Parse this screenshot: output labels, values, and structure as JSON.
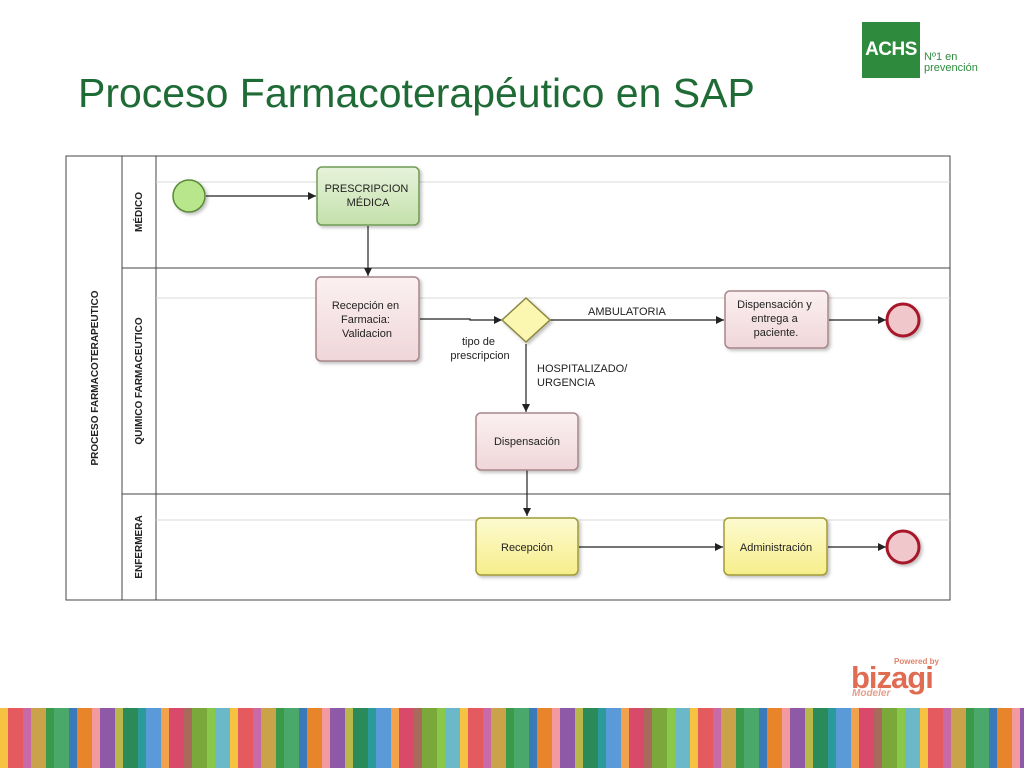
{
  "slide": {
    "title": "Proceso Farmacoterapéutico en SAP"
  },
  "logo": {
    "name": "ACHS",
    "tagline": "Nº1 en\nprevención"
  },
  "watermark": {
    "powered": "Powered by",
    "name": "bizagi",
    "product": "Modeler"
  },
  "diagram": {
    "pool": "PROCESO FARMACOTERAPEUTICO",
    "lanes": [
      "MÉDICO",
      "QUIMICO FARMACEUTICO",
      "ENFERMERA"
    ],
    "tasks": {
      "prescripcion": [
        "PRESCRIPCION",
        "MÉDICA"
      ],
      "recepcion_farmacia": [
        "Recepción en",
        "Farmacia:",
        "Validacion"
      ],
      "dispensacion_entrega": [
        "Dispensación y",
        "entrega a",
        "paciente."
      ],
      "dispensacion": "Dispensación",
      "recepcion": "Recepción",
      "administracion": "Administración"
    },
    "gateway_label": [
      "tipo de",
      "prescripcion"
    ],
    "flow_labels": {
      "ambulatoria": "AMBULATORIA",
      "hospitalizado": [
        "HOSPITALIZADO/",
        "URGENCIA"
      ]
    },
    "colors": {
      "title": "#1f6b36",
      "start_event": "#b8e68c",
      "end_event": "#f0c8cc",
      "end_border": "#a8142a",
      "task_green": "#d2e9be",
      "task_pink": "#f6e4e6",
      "task_yellow": "#fbf6b0",
      "gateway": "#fbf6b0"
    }
  }
}
